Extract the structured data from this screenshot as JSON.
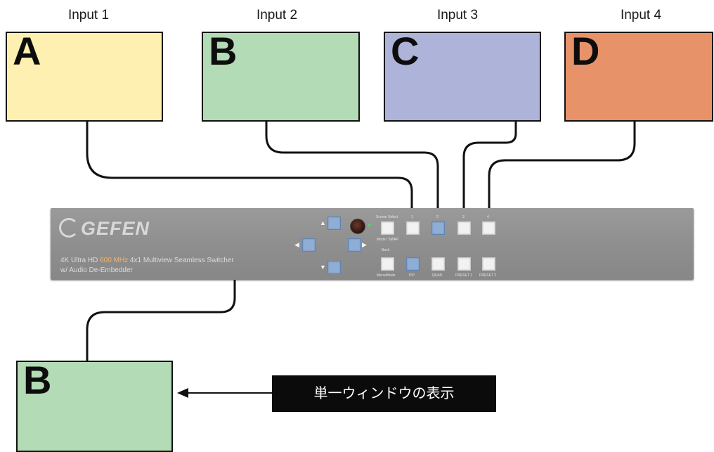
{
  "inputs": [
    {
      "label": "Input 1",
      "letter": "A",
      "color": "#fdf0b0"
    },
    {
      "label": "Input 2",
      "letter": "B",
      "color": "#b3dbb5"
    },
    {
      "label": "Input 3",
      "letter": "C",
      "color": "#aeb3da"
    },
    {
      "label": "Input 4",
      "letter": "D",
      "color": "#e8926a"
    }
  ],
  "device": {
    "brand": "GEFEN",
    "model_line1_pre": "4K Ultra HD ",
    "model_line1_hl": "600 MHz",
    "model_line1_post": " 4x1 Multiview Seamless Switcher",
    "model_line2": "w/ Audio De-Embedder",
    "labels": {
      "screen_select": "Screen Select",
      "n1": "1",
      "n2": "2",
      "n3": "3",
      "n4": "4",
      "mode_swap": "Mode / SWAP",
      "back": "Back",
      "menu_mode": "Menu/Mode",
      "pip": "PIP",
      "quad": "QUAD",
      "preset1": "PRESET 1",
      "preset2": "PRESET 2"
    }
  },
  "output": {
    "letter": "B",
    "color": "#b3dbb5"
  },
  "callout": {
    "text": "単一ウィンドウの表示"
  }
}
